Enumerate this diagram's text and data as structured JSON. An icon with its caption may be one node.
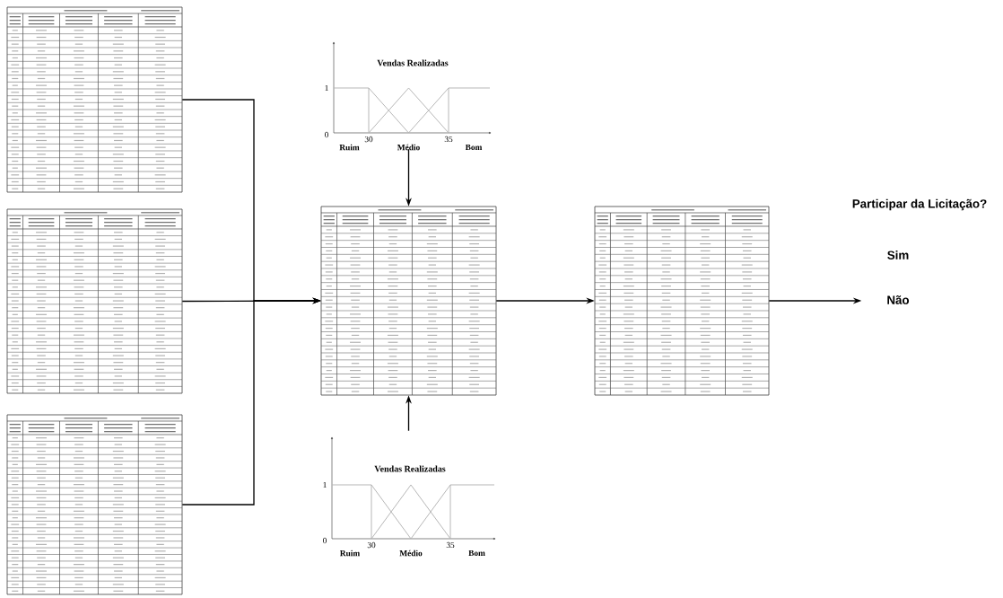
{
  "diagram": {
    "nodes": [
      {
        "text": [],
        "shape": "picture"
      },
      {
        "text": [],
        "shape": "picture"
      },
      {
        "text": [],
        "shape": "picture"
      },
      {
        "text": [
          "Vendas Realizadas",
          "1",
          "0",
          "30",
          "35",
          "Ruim",
          "Médio",
          "Bom"
        ]
      },
      {
        "text": [],
        "shape": "picture"
      },
      {
        "text": [
          "Vendas Realizadas",
          "1",
          "0",
          "30",
          "35",
          "Ruim",
          "Médio",
          "Bom"
        ]
      },
      {
        "text": [],
        "shape": "picture"
      }
    ],
    "edges": [
      {
        "from": 0,
        "to": 4,
        "arrow": "to"
      },
      {
        "from": 1,
        "to": 4,
        "arrow": "to"
      },
      {
        "from": 2,
        "to": 4,
        "arrow": "to"
      },
      {
        "from": 3,
        "to": 4,
        "arrow": "to"
      },
      {
        "from": 5,
        "to": 4,
        "arrow": "to"
      },
      {
        "from": 4,
        "to": 6,
        "arrow": "to"
      },
      {
        "from": 6,
        "to": null,
        "arrow": "to"
      }
    ],
    "labels": [
      "Participar da Licitação?",
      "Sim",
      "Não"
    ]
  }
}
